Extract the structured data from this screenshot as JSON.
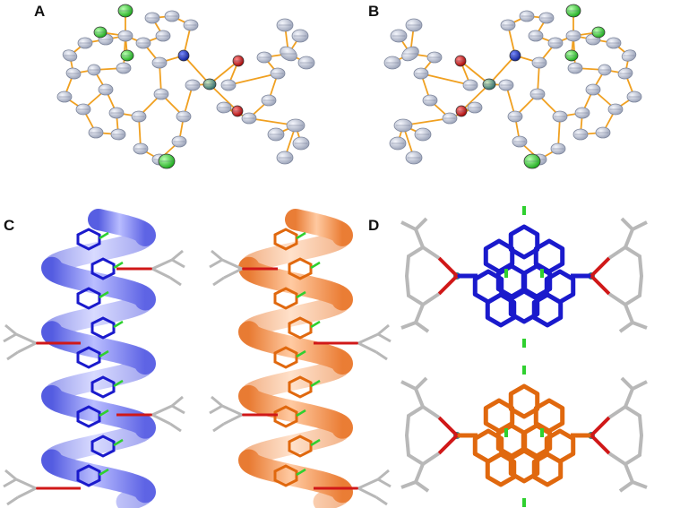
{
  "panels": {
    "a": {
      "label": "A"
    },
    "b": {
      "label": "B"
    },
    "c": {
      "label": "C"
    },
    "d": {
      "label": "D"
    }
  },
  "colors": {
    "bond": "#f0a020",
    "carbon": "#c9cede",
    "carbon_edge": "#7d869c",
    "chlorine": "#2fd02f",
    "oxygen": "#d01818",
    "nitrogen": "#1530c8",
    "metal": "#2a8a8a",
    "blue_helix": "#7f86ee",
    "blue_stick": "#1a1acc",
    "orange_helix": "#f5935a",
    "orange_stick": "#e0680e",
    "grey_stick": "#b8b8b8"
  }
}
